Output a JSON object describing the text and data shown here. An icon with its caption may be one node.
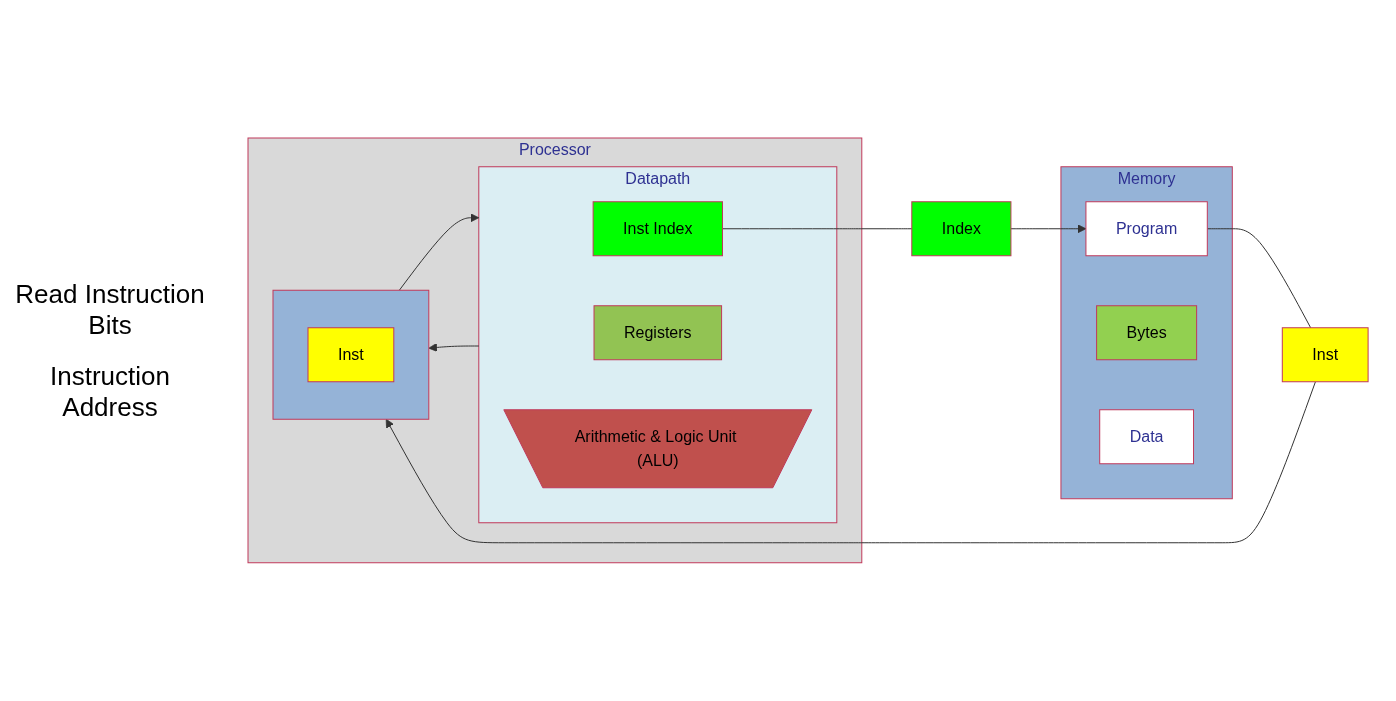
{
  "diagram": {
    "nodes": [
      {
        "text": [
          "Processor"
        ]
      },
      {
        "text": [],
        "shape": "box",
        "in": 0
      },
      {
        "text": [
          "Inst"
        ],
        "in": 1
      },
      {
        "text": [
          "Datapath"
        ],
        "in": 0
      },
      {
        "text": [
          "Inst Index"
        ],
        "in": 3
      },
      {
        "text": [
          "Registers"
        ],
        "in": 3
      },
      {
        "text": [
          "Arithmetic & Logic Unit (ALU)"
        ],
        "in": 3
      },
      {
        "text": [
          "Inst"
        ]
      },
      {
        "text": [
          "Index"
        ]
      },
      {
        "text": [
          "Memory"
        ]
      },
      {
        "text": [
          "Program"
        ],
        "in": 9
      },
      {
        "text": [
          "Bytes"
        ],
        "in": 9
      },
      {
        "text": [
          "Data"
        ],
        "in": 9
      }
    ],
    "edges": [
      {
        "from": 1,
        "to": 3,
        "arrow": "to"
      },
      {
        "from": 3,
        "to": 1,
        "arrow": "to"
      },
      {
        "from": 10,
        "to": 7,
        "arrow": "none"
      },
      {
        "from": 7,
        "to": 1,
        "arrow": "to"
      },
      {
        "from": 4,
        "to": 8,
        "arrow": "none"
      },
      {
        "from": 8,
        "to": 10,
        "arrow": "to"
      }
    ],
    "labels": [
      "Read Instruction Bits",
      "Instruction Address"
    ]
  }
}
